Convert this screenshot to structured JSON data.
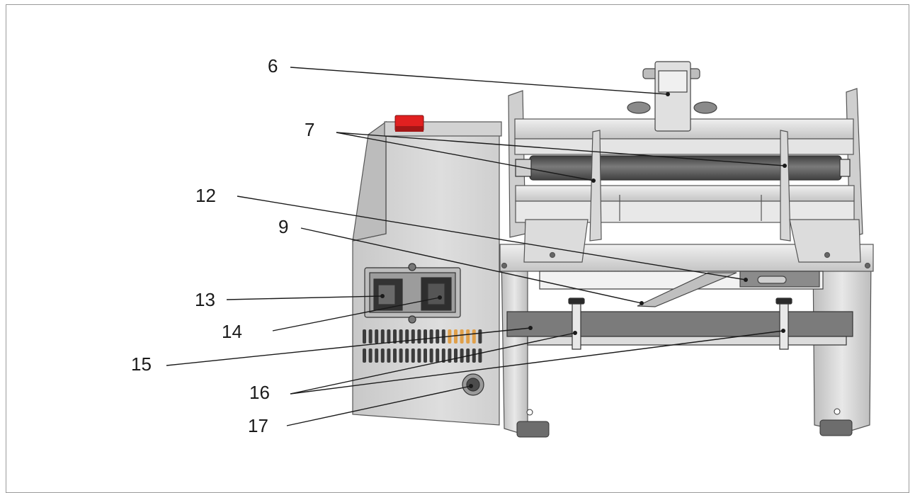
{
  "figure": {
    "callouts": [
      {
        "id": "6",
        "label": "6"
      },
      {
        "id": "7",
        "label": "7"
      },
      {
        "id": "12",
        "label": "12"
      },
      {
        "id": "9",
        "label": "9"
      },
      {
        "id": "13",
        "label": "13"
      },
      {
        "id": "14",
        "label": "14"
      },
      {
        "id": "15",
        "label": "15"
      },
      {
        "id": "16",
        "label": "16"
      },
      {
        "id": "17",
        "label": "17"
      }
    ],
    "colors": {
      "body_gray": "#d6d6d6",
      "panel_gray": "#c9c9c9",
      "dark_roller": "#5b5b5b",
      "plate_gray": "#7d7d7d",
      "switch_red": "#e12020",
      "outline": "#4a4a4a",
      "vent_orange": "#e0a04a"
    }
  }
}
